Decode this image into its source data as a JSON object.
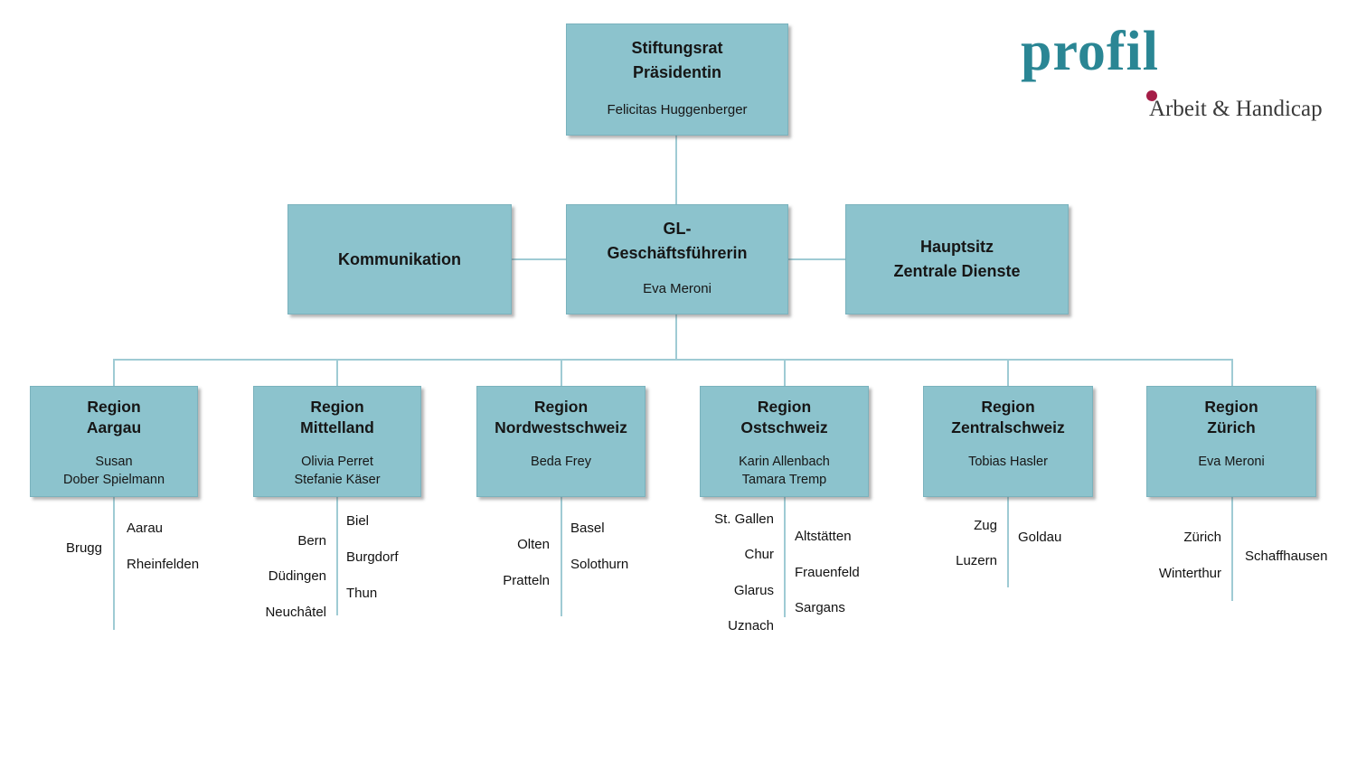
{
  "logo": {
    "wordmark": "profil",
    "tagline": "Arbeit & Handicap",
    "wordmark_color": "#2A8694",
    "dot_color": "#A51D47",
    "tagline_color": "#3A3A3A"
  },
  "colors": {
    "box_fill": "#8CC3CD",
    "box_border": "#7AB2BD",
    "connector": "#9FCBD4",
    "text": "#161616",
    "background": "#FFFFFF"
  },
  "chart": {
    "root": {
      "title": "Stiftungsrat\nPräsidentin",
      "name": "Felicitas Huggenberger"
    },
    "level2": [
      {
        "title": "Kommunikation"
      },
      {
        "title": "GL-\nGeschäftsführerin",
        "name": "Eva Meroni"
      },
      {
        "title": "Hauptsitz\nZentrale Dienste"
      }
    ],
    "regions": [
      {
        "title": "Region\nAargau",
        "names": "Susan\nDober Spielmann",
        "cities_left": [
          "Brugg"
        ],
        "cities_right": [
          "Aarau",
          "Rheinfelden"
        ]
      },
      {
        "title": "Region\nMittelland",
        "names": "Olivia Perret\nStefanie Käser",
        "cities_left": [
          "Bern",
          "Düdingen",
          "Neuchâtel"
        ],
        "cities_right": [
          "Biel",
          "Burgdorf",
          "Thun"
        ]
      },
      {
        "title": "Region\nNordwestschweiz",
        "names": "Beda Frey",
        "cities_left": [
          "Olten",
          "Pratteln"
        ],
        "cities_right": [
          "Basel",
          "Solothurn"
        ]
      },
      {
        "title": "Region\nOstschweiz",
        "names": "Karin Allenbach\nTamara Tremp",
        "cities_left": [
          "St. Gallen",
          "Chur",
          "Glarus",
          "Uznach"
        ],
        "cities_right": [
          "Altstätten",
          "Frauenfeld",
          "Sargans"
        ]
      },
      {
        "title": "Region\nZentralschweiz",
        "names": "Tobias Hasler",
        "cities_left": [
          "Zug",
          "Luzern"
        ],
        "cities_right": [
          "Goldau"
        ]
      },
      {
        "title": "Region\nZürich",
        "names": "Eva Meroni",
        "cities_left": [
          "Zürich",
          "Winterthur"
        ],
        "cities_right": [
          "Schaffhausen"
        ]
      }
    ]
  }
}
